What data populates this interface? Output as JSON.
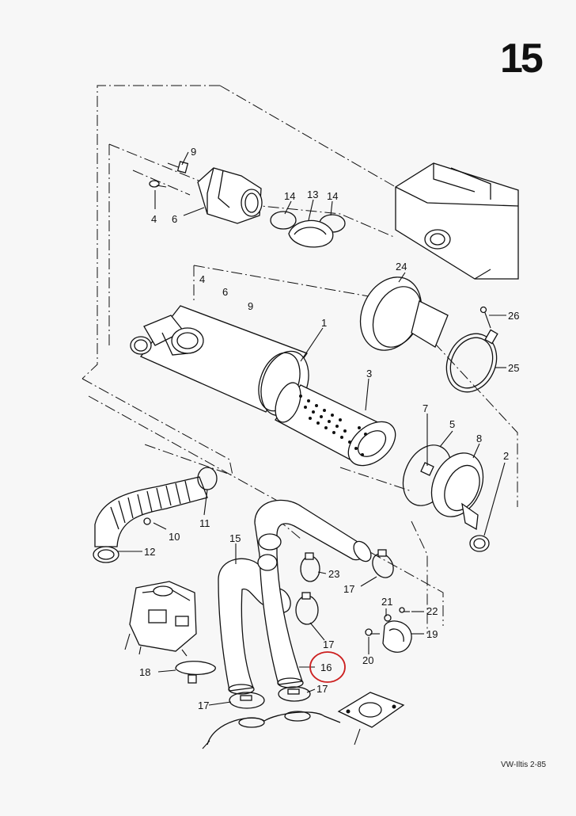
{
  "page_number": "15",
  "footer_code": "VW-Iltis  2-85",
  "highlighted_callout": "16",
  "highlight_color": "#cc1f1f",
  "callouts": {
    "c1": "1",
    "c2": "2",
    "c3": "3",
    "c4a": "4",
    "c4b": "4",
    "c5": "5",
    "c6a": "6",
    "c6b": "6",
    "c7": "7",
    "c8": "8",
    "c9a": "9",
    "c9b": "9",
    "c10": "10",
    "c11": "11",
    "c12": "12",
    "c13": "13",
    "c14a": "14",
    "c14b": "14",
    "c15": "15",
    "c16": "16",
    "c17a": "17",
    "c17b": "17",
    "c17c": "17",
    "c17d": "17",
    "c18": "18",
    "c19": "19",
    "c20": "20",
    "c21": "21",
    "c22": "22",
    "c23": "23",
    "c24": "24",
    "c25": "25",
    "c26": "26"
  }
}
